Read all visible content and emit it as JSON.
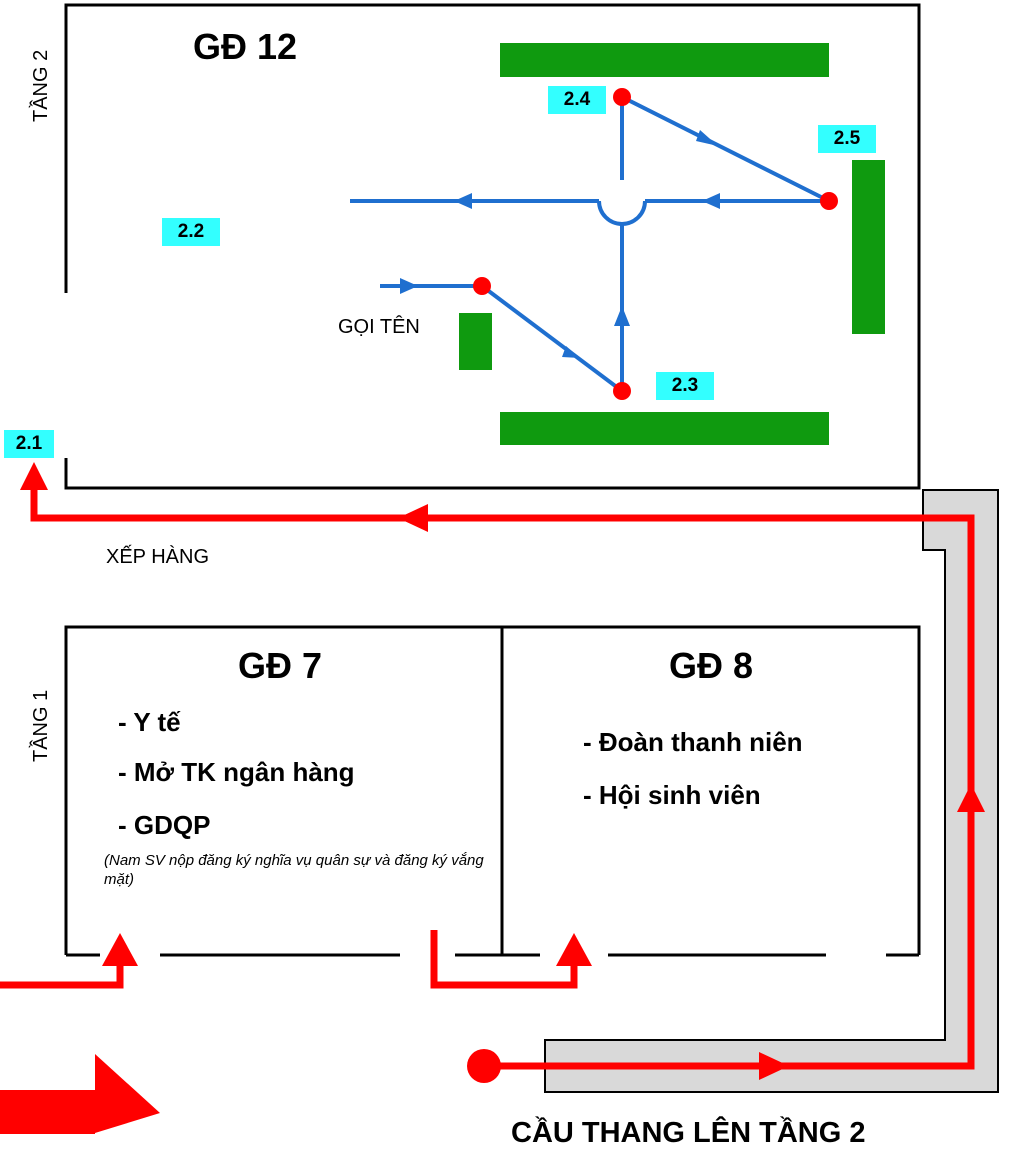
{
  "floors": {
    "floor2_label": "TẦNG 2",
    "floor1_label": "TẦNG 1"
  },
  "rooms": {
    "gd12": {
      "title": "GĐ 12"
    },
    "gd7": {
      "title": "GĐ 7",
      "items": [
        "- Y tế",
        "- Mở TK ngân hàng",
        "- GDQP"
      ],
      "note": "(Nam SV nộp đăng ký nghĩa vụ quân sự và đăng ký vắng mặt)"
    },
    "gd8": {
      "title": "GĐ 8",
      "items": [
        "- Đoàn thanh niên",
        "- Hội sinh viên"
      ]
    }
  },
  "stations": {
    "s21": "2.1",
    "s22": "2.2",
    "s23": "2.3",
    "s24": "2.4",
    "s25": "2.5"
  },
  "labels": {
    "call_name": "GỌI TÊN",
    "queue": "XẾP HÀNG",
    "stairs": "CẦU THANG LÊN TẦNG 2"
  },
  "colors": {
    "flow_red": "#ff0000",
    "flow_blue": "#1f6fcf",
    "desk_green": "#0f9a0f",
    "tag_cyan": "#33ffff",
    "stairs_gray": "#d9d9d9",
    "wall": "#000000"
  }
}
